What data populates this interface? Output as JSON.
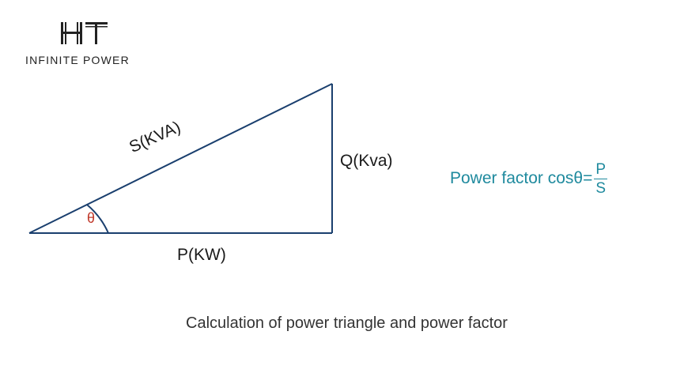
{
  "logo": {
    "mark": "HT",
    "tagline": "INFINITE POWER"
  },
  "triangle": {
    "hypotenuse_label": "S(KVA)",
    "vertical_label": "Q(Kva)",
    "base_label": "P(KW)",
    "angle_label": "θ"
  },
  "formula": {
    "prefix": "Power factor cosθ=",
    "numerator": "P",
    "denominator": "S"
  },
  "caption": "Calculation of power triangle and power factor",
  "colors": {
    "line": "#1a3f6e",
    "angle": "#c0392b",
    "formula": "#1f8a9e"
  }
}
